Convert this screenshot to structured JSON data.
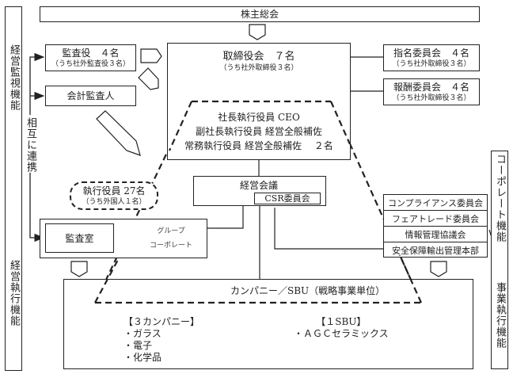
{
  "shareholders": {
    "label": "株主総会"
  },
  "left_side": {
    "supervision": "経営監視機能",
    "execution": "経営執行機能",
    "mutual": "相互に連携"
  },
  "right_side": {
    "corporate": "コーポレート機能",
    "business": "事業執行機能"
  },
  "auditors": {
    "title": "監査役　４名",
    "sub": "（うち社外監査役３名）"
  },
  "accounting_auditor": {
    "title": "会計監査人"
  },
  "board": {
    "title": "取締役会　７名",
    "sub": "（うち社外取締役３名）"
  },
  "nomination": {
    "title": "指名委員会　４名",
    "sub": "（うち社外取締役３名）"
  },
  "compensation": {
    "title": "報酬委員会　４名",
    "sub": "（うち社外取締役３名）"
  },
  "executives": {
    "line1": "社長執行役員 CEO",
    "line2": "副社長執行役員 経営全般補佐",
    "line3": "常務執行役員 経営全般補佐　 ２名"
  },
  "officers": {
    "title": "執行役員 27名",
    "sub": "（うち外国人１名）"
  },
  "management_meeting": {
    "title": "経営会議",
    "csr": "CSR委員会"
  },
  "committees": [
    "コンプライアンス委員会",
    "フェアトレード委員会",
    "情報管理協議会",
    "安全保障輸出管理本部"
  ],
  "group_corporate": {
    "line1": "グループ",
    "line2": "コーポレート",
    "audit_office": "監査室"
  },
  "company": {
    "title": "カンパニー／SBU（戦略事業単位）",
    "companies_header": "【３カンパニー】",
    "companies": [
      "・ガラス",
      "・電子",
      "・化学品"
    ],
    "sbu_header": "【１SBU】",
    "sbu": [
      "・ＡＧＣセラミックス"
    ]
  }
}
